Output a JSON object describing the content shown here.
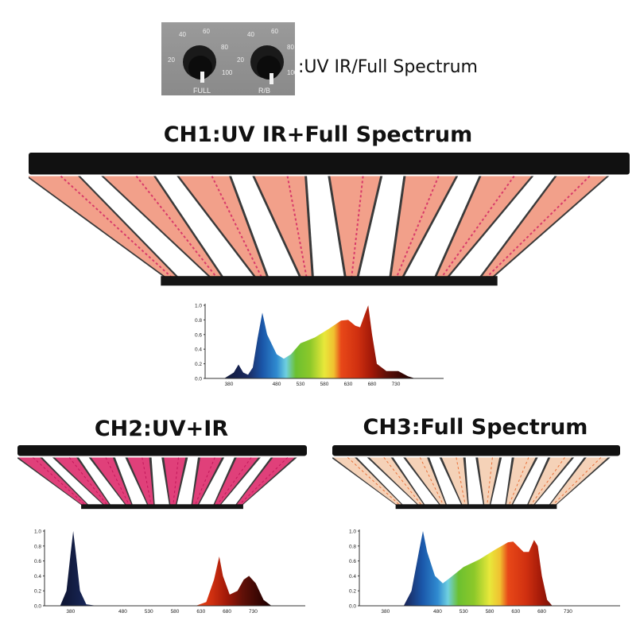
{
  "control": {
    "knob_scale": [
      "20",
      "40",
      "60",
      "80",
      "100"
    ],
    "knob_labels": [
      "FULL",
      "R/B"
    ],
    "caption": ":UV IR/Full Spectrum"
  },
  "channels": [
    {
      "title": "CH1:UV IR+Full Spectrum",
      "lamp_color": "#f2a08a",
      "diode_color": "#d83a6a"
    },
    {
      "title": "CH2:UV+IR",
      "lamp_color": "#e0407a",
      "diode_color": "#c2185b"
    },
    {
      "title": "CH3:Full Spectrum",
      "lamp_color": "#f5d2b8",
      "diode_color": "#e8703a"
    }
  ],
  "chart_data": [
    {
      "type": "area",
      "title": "",
      "xlabel": "",
      "ylabel": "",
      "x_ticks": [
        380,
        480,
        530,
        580,
        630,
        680,
        730
      ],
      "y_ticks": [
        "0.0",
        "0.2",
        "0.4",
        "0.6",
        "0.8",
        "1.0"
      ],
      "ylim": [
        0,
        1
      ],
      "points": [
        [
          370,
          0
        ],
        [
          390,
          0.08
        ],
        [
          400,
          0.19
        ],
        [
          410,
          0.08
        ],
        [
          420,
          0.05
        ],
        [
          430,
          0.15
        ],
        [
          440,
          0.55
        ],
        [
          450,
          0.9
        ],
        [
          460,
          0.6
        ],
        [
          480,
          0.33
        ],
        [
          495,
          0.27
        ],
        [
          510,
          0.33
        ],
        [
          530,
          0.48
        ],
        [
          560,
          0.56
        ],
        [
          590,
          0.68
        ],
        [
          615,
          0.79
        ],
        [
          630,
          0.8
        ],
        [
          645,
          0.72
        ],
        [
          655,
          0.7
        ],
        [
          665,
          0.88
        ],
        [
          672,
          1.0
        ],
        [
          680,
          0.6
        ],
        [
          690,
          0.2
        ],
        [
          710,
          0.1
        ],
        [
          735,
          0.1
        ],
        [
          755,
          0.03
        ],
        [
          770,
          0
        ]
      ]
    },
    {
      "type": "area",
      "title": "",
      "xlabel": "",
      "ylabel": "",
      "x_ticks": [
        380,
        480,
        530,
        580,
        630,
        680,
        730
      ],
      "y_ticks": [
        "0.0",
        "0.2",
        "0.4",
        "0.6",
        "0.8",
        "1.0"
      ],
      "ylim": [
        0,
        1
      ],
      "points": [
        [
          360,
          0
        ],
        [
          372,
          0.2
        ],
        [
          380,
          0.7
        ],
        [
          385,
          1.0
        ],
        [
          390,
          0.7
        ],
        [
          398,
          0.2
        ],
        [
          410,
          0.02
        ],
        [
          430,
          0
        ],
        [
          620,
          0
        ],
        [
          640,
          0.05
        ],
        [
          655,
          0.35
        ],
        [
          665,
          0.66
        ],
        [
          672,
          0.4
        ],
        [
          685,
          0.15
        ],
        [
          700,
          0.2
        ],
        [
          712,
          0.35
        ],
        [
          722,
          0.4
        ],
        [
          735,
          0.3
        ],
        [
          750,
          0.08
        ],
        [
          765,
          0
        ]
      ]
    },
    {
      "type": "area",
      "title": "",
      "xlabel": "",
      "ylabel": "",
      "x_ticks": [
        380,
        480,
        530,
        580,
        630,
        680,
        730
      ],
      "y_ticks": [
        "0.0",
        "0.2",
        "0.4",
        "0.6",
        "0.8",
        "1.0"
      ],
      "ylim": [
        0,
        1
      ],
      "points": [
        [
          415,
          0
        ],
        [
          430,
          0.2
        ],
        [
          445,
          0.75
        ],
        [
          452,
          1.0
        ],
        [
          460,
          0.72
        ],
        [
          475,
          0.4
        ],
        [
          490,
          0.3
        ],
        [
          505,
          0.38
        ],
        [
          530,
          0.52
        ],
        [
          560,
          0.62
        ],
        [
          590,
          0.75
        ],
        [
          615,
          0.85
        ],
        [
          625,
          0.86
        ],
        [
          645,
          0.72
        ],
        [
          655,
          0.72
        ],
        [
          665,
          0.88
        ],
        [
          672,
          0.8
        ],
        [
          680,
          0.4
        ],
        [
          690,
          0.08
        ],
        [
          700,
          0
        ]
      ]
    }
  ]
}
